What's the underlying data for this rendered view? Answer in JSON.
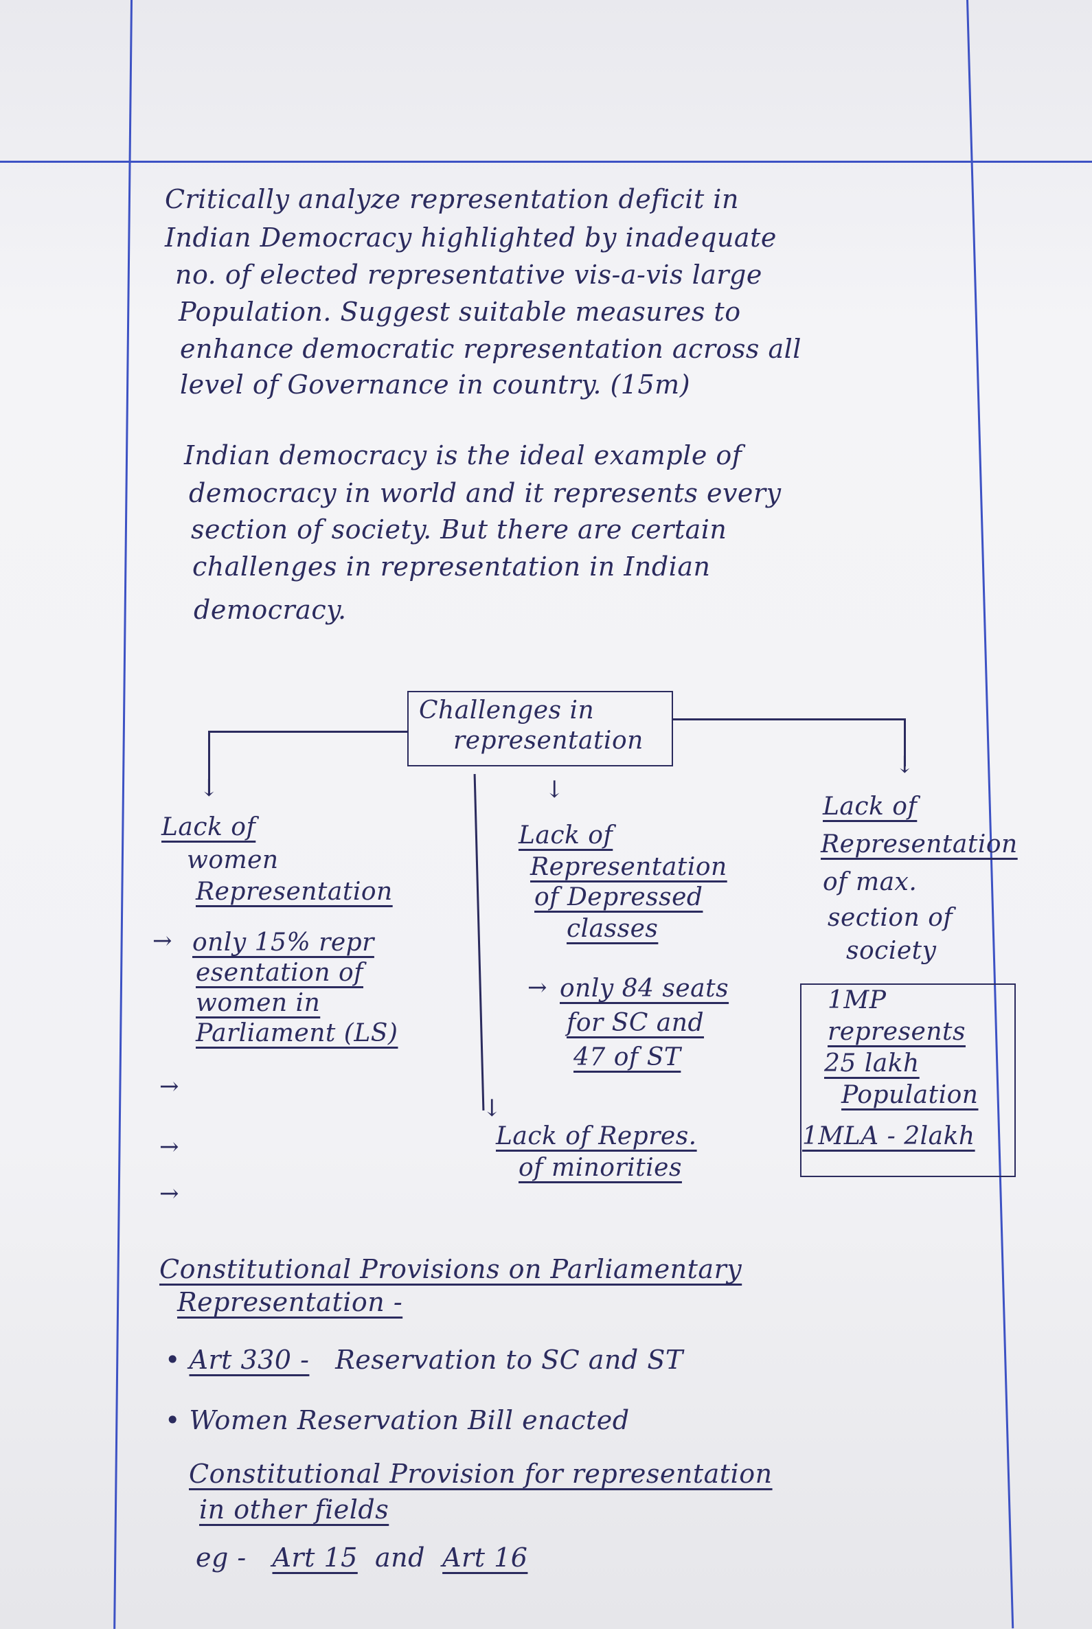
{
  "question": {
    "lines": [
      "Critically analyze representation deficit in",
      "Indian Democracy highlighted by inadequate",
      "no. of elected representative vis-a-vis large",
      "Population. Suggest suitable measures to",
      "enhance democratic representation across all",
      "level of Governance in country. (15m)"
    ]
  },
  "intro": {
    "lines": [
      "Indian democracy is the ideal example of",
      "democracy in world and it represents every",
      "section of society. But there are certain",
      "challenges in representation in Indian",
      "democracy."
    ]
  },
  "diagram": {
    "center": [
      "Challenges in",
      "representation"
    ],
    "women": {
      "heading": [
        "Lack of",
        "women",
        "Representation"
      ],
      "point": [
        "only 15% repr",
        "esentation of",
        "women in",
        "Parliament (LS)"
      ]
    },
    "depressed": {
      "heading": [
        "Lack of",
        "Representation",
        "of Depressed",
        "classes"
      ],
      "point": [
        "only 84 seats",
        "for SC and",
        "47 of ST"
      ]
    },
    "max_section": {
      "heading": [
        "Lack of",
        "Representation",
        "of max.",
        "section of",
        "society"
      ],
      "box": [
        "1MP",
        "represents",
        "25 lakh",
        "Population",
        "1MLA - 2lakh"
      ]
    },
    "minorities": [
      "Lack of Repres.",
      "of minorities"
    ],
    "arrow_symbol": "→"
  },
  "provisions": {
    "heading": [
      "Constitutional Provisions on Parliamentary",
      "Representation -"
    ],
    "bullets": [
      {
        "label": "Art 330 -",
        "text": "Reservation to SC and ST"
      },
      {
        "label": "",
        "text": "Women Reservation Bill enacted"
      }
    ],
    "other_heading": [
      "Constitutional Provision for representation",
      "in other fields"
    ],
    "example": {
      "prefix": "eg -",
      "items": [
        "Art 15",
        "and",
        "Art 16"
      ]
    }
  }
}
